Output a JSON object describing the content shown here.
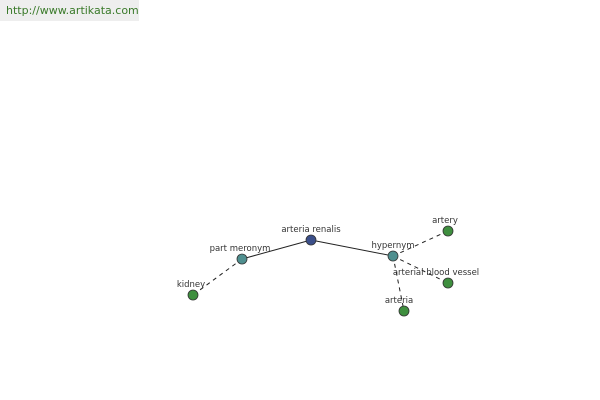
{
  "site": {
    "url": "http://www.artikata.com"
  },
  "colors": {
    "center": "#3b4f8a",
    "relation": "#4f8f8f",
    "leaf": "#3f8f3f"
  },
  "nodes": [
    {
      "id": "center",
      "label": "arteria renalis",
      "kind": "center"
    },
    {
      "id": "part",
      "label": "part meronym",
      "kind": "relation"
    },
    {
      "id": "hyper",
      "label": "hypernym",
      "kind": "relation"
    },
    {
      "id": "kidney",
      "label": "kidney",
      "kind": "leaf"
    },
    {
      "id": "artery",
      "label": "artery",
      "kind": "leaf"
    },
    {
      "id": "arterial",
      "label": "arterial blood vessel",
      "kind": "leaf"
    },
    {
      "id": "arteria",
      "label": "arteria",
      "kind": "leaf"
    }
  ],
  "edges": [
    {
      "from": "center",
      "to": "part",
      "style": "solid"
    },
    {
      "from": "center",
      "to": "hyper",
      "style": "solid"
    },
    {
      "from": "part",
      "to": "kidney",
      "style": "dashed"
    },
    {
      "from": "hyper",
      "to": "artery",
      "style": "dashed"
    },
    {
      "from": "hyper",
      "to": "arterial",
      "style": "dashed"
    },
    {
      "from": "hyper",
      "to": "arteria",
      "style": "dashed"
    }
  ]
}
